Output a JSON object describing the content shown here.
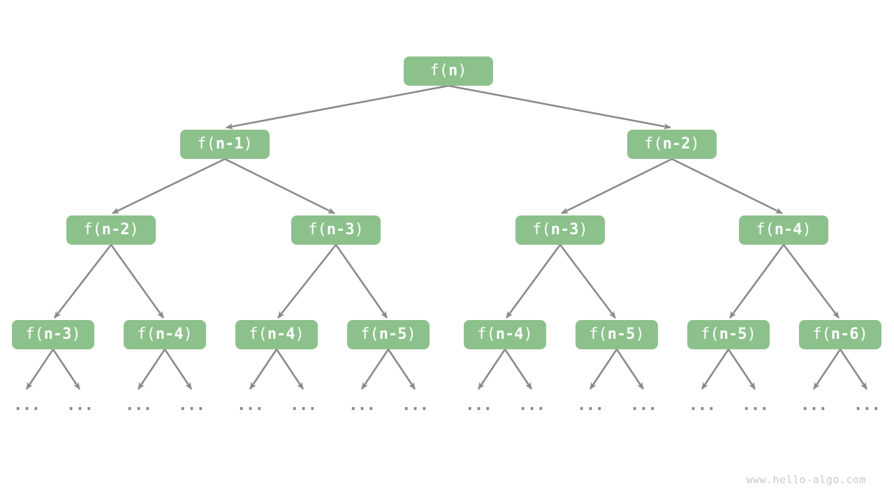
{
  "colors": {
    "background": "#ffffff",
    "node-fill": "#8cc18c",
    "node-text": "#ffffff",
    "edge": "#8a8a8a",
    "ellipsis": "#8a8a8a",
    "watermark": "#c9c9c9"
  },
  "tree": {
    "root": {
      "pre": "f(",
      "mid": "n",
      "post": ")"
    },
    "level2": [
      {
        "pre": "f(",
        "mid": "n-1",
        "post": ")"
      },
      {
        "pre": "f(",
        "mid": "n-2",
        "post": ")"
      }
    ],
    "level3": [
      {
        "pre": "f(",
        "mid": "n-2",
        "post": ")"
      },
      {
        "pre": "f(",
        "mid": "n-3",
        "post": ")"
      },
      {
        "pre": "f(",
        "mid": "n-3",
        "post": ")"
      },
      {
        "pre": "f(",
        "mid": "n-4",
        "post": ")"
      }
    ],
    "level4": [
      {
        "pre": "f(",
        "mid": "n-3",
        "post": ")"
      },
      {
        "pre": "f(",
        "mid": "n-4",
        "post": ")"
      },
      {
        "pre": "f(",
        "mid": "n-4",
        "post": ")"
      },
      {
        "pre": "f(",
        "mid": "n-5",
        "post": ")"
      },
      {
        "pre": "f(",
        "mid": "n-4",
        "post": ")"
      },
      {
        "pre": "f(",
        "mid": "n-5",
        "post": ")"
      },
      {
        "pre": "f(",
        "mid": "n-5",
        "post": ")"
      },
      {
        "pre": "f(",
        "mid": "n-6",
        "post": ")"
      }
    ],
    "ellipsis": "..."
  },
  "watermark": {
    "text": "www.hello-algo.com"
  }
}
